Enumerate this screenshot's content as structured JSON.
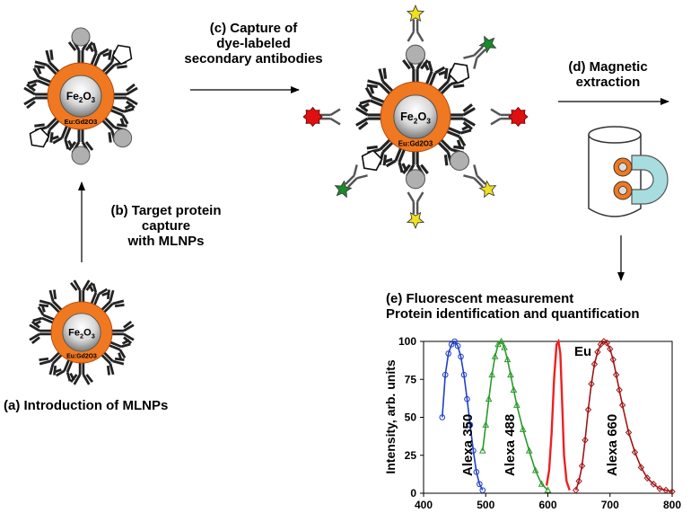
{
  "steps": {
    "a": "(a) Introduction of MLNPs",
    "b_line1": "(b) Target protein",
    "b_line2": "capture",
    "b_line3": "with MLNPs",
    "c_line1": "(c) Capture of",
    "c_line2": "dye-labeled",
    "c_line3": "secondary antibodies",
    "d_line1": "(d) Magnetic",
    "d_line2": "extraction",
    "e_line1": "(e) Fluorescent measurement",
    "e_line2": "Protein identification and quantification"
  },
  "particle": {
    "core_main": "Fe",
    "core_sub": "2",
    "core_tail": "O",
    "core_sub2": "3",
    "shell_label": "Eu:Gd2O3"
  },
  "colors": {
    "shell": "#f07820",
    "antibody": "#222222",
    "protein": "#b0b0b0",
    "dye_red": "#e01010",
    "dye_green": "#1a8a2a",
    "dye_yellow": "#f0e020",
    "magnet": "#a8dde0"
  },
  "chart_data": {
    "type": "line",
    "ylabel": "Intensity, arb. units",
    "xlabel": "",
    "xlim": [
      400,
      800
    ],
    "ylim": [
      0,
      100
    ],
    "xticks": [
      400,
      500,
      600,
      700,
      800
    ],
    "yticks": [
      0,
      25,
      50,
      75,
      100
    ],
    "series": [
      {
        "name": "Alexa 350",
        "color": "#1f3fc8",
        "marker": "circle",
        "x": [
          430,
          435,
          440,
          445,
          450,
          455,
          460,
          465,
          470,
          475,
          480,
          485,
          490,
          495
        ],
        "y": [
          50,
          78,
          92,
          98,
          100,
          97,
          90,
          78,
          62,
          45,
          28,
          14,
          6,
          2
        ]
      },
      {
        "name": "Alexa 488",
        "color": "#2a9a2a",
        "marker": "triangle",
        "x": [
          495,
          500,
          505,
          510,
          515,
          520,
          525,
          530,
          535,
          540,
          545,
          550,
          560,
          570,
          580,
          590,
          600
        ],
        "y": [
          28,
          45,
          62,
          78,
          90,
          98,
          100,
          96,
          88,
          78,
          68,
          58,
          42,
          28,
          15,
          6,
          2
        ]
      },
      {
        "name": "Eu",
        "color": "#ee2020",
        "marker": "none",
        "x": [
          598,
          602,
          606,
          610,
          614,
          617,
          620,
          623,
          626,
          630,
          635
        ],
        "y": [
          5,
          15,
          40,
          75,
          98,
          100,
          92,
          60,
          25,
          8,
          2
        ]
      },
      {
        "name": "Alexa 660",
        "color": "#a01515",
        "marker": "diamond",
        "x": [
          645,
          650,
          655,
          660,
          665,
          670,
          675,
          680,
          685,
          690,
          695,
          700,
          705,
          710,
          715,
          720,
          730,
          740,
          750,
          760,
          770,
          780,
          790,
          800
        ],
        "y": [
          2,
          8,
          18,
          35,
          55,
          72,
          85,
          93,
          98,
          100,
          99,
          95,
          88,
          78,
          68,
          58,
          40,
          27,
          17,
          10,
          6,
          3,
          2,
          1
        ]
      }
    ]
  }
}
